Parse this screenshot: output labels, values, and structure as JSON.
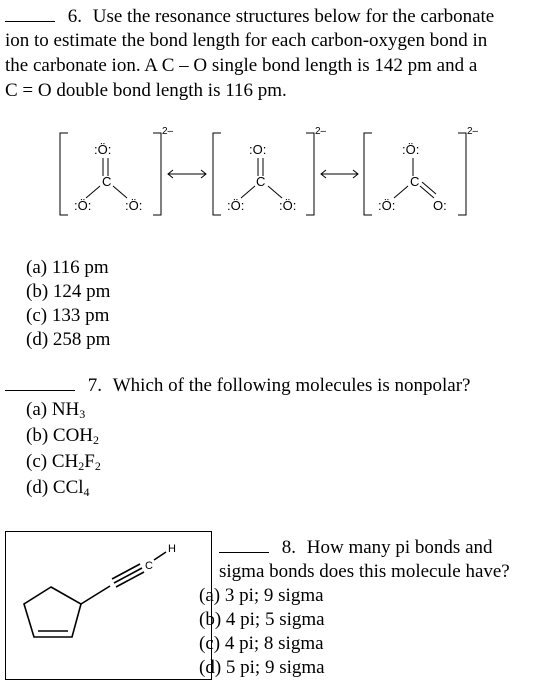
{
  "q6": {
    "number": "6.",
    "line1": "Use the resonance structures below for the carbonate",
    "line2": "ion to estimate the bond length for each carbon-oxygen bond in",
    "line3": "the carbonate ion.  A C – O single bond length is 142 pm and a",
    "line4": "C = O double bond length is 116 pm.",
    "charge": "2–",
    "lone_o": ":Ö:",
    "options": [
      "(a) 116 pm",
      "(b) 124 pm",
      "(c) 133 pm",
      "(d) 258 pm"
    ]
  },
  "q7": {
    "number": "7.",
    "text": "Which of the following molecules is nonpolar?",
    "options": [
      {
        "label": "(a) NH",
        "sub": "3",
        "tail": ""
      },
      {
        "label": "(b) COH",
        "sub": "2",
        "tail": ""
      },
      {
        "label": "(c) CH",
        "sub": "2",
        "tail": "F",
        "sub2": "2"
      },
      {
        "label": "(d) CCl",
        "sub": "4",
        "tail": ""
      }
    ]
  },
  "q8": {
    "number": "8.",
    "line1": "How many pi bonds and",
    "line2": "sigma bonds does this molecule have?",
    "options": [
      "(a) 3 pi; 9 sigma",
      "(b) 4 pi; 5 sigma",
      "(c) 4 pi; 8 sigma",
      "(d) 5 pi; 9 sigma"
    ],
    "atom_c": "C",
    "atom_h": "H"
  }
}
